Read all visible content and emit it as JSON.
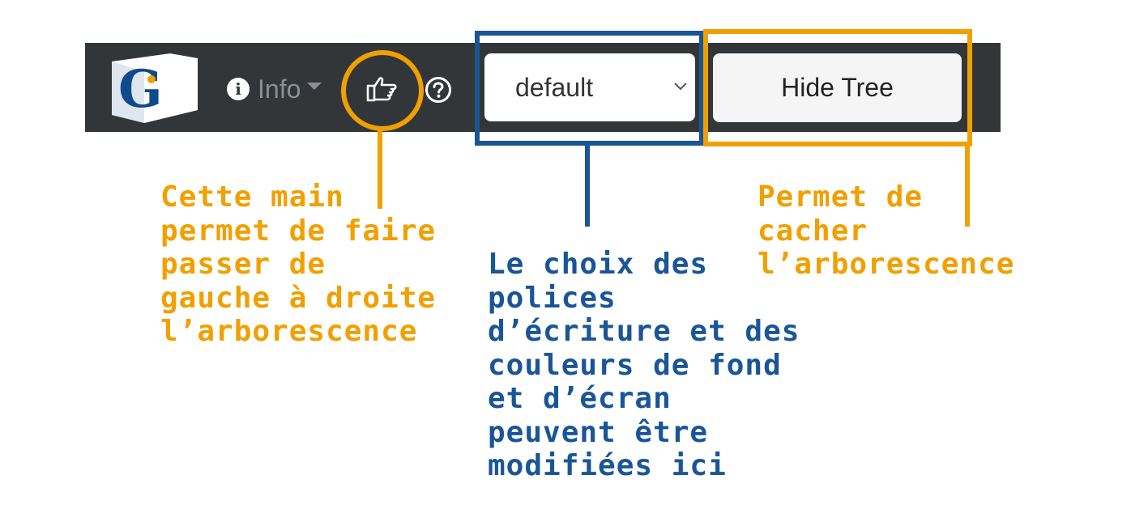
{
  "toolbar": {
    "logo_letter": "G",
    "info_label": "Info",
    "font_select_value": "default",
    "hide_tree_label": "Hide Tree",
    "icons": {
      "info": "info-circle-icon",
      "caret": "caret-down-icon",
      "hand": "hand-pointing-right-icon",
      "help": "question-circle-icon",
      "chevron": "chevron-down-icon"
    }
  },
  "annotations": {
    "hand": [
      "Cette main",
      "permet de faire",
      "passer de",
      "gauche à droite",
      "l’arborescence"
    ],
    "select": [
      "Le choix des",
      "polices",
      "d’écriture et des",
      "couleurs de fond",
      "et d’écran",
      "peuvent être",
      "modifiées ici"
    ],
    "tree": [
      "Permet de",
      "cacher",
      "l’arborescence"
    ]
  },
  "colors": {
    "toolbar_bg": "#323639",
    "annotation_orange": "#f0a000",
    "annotation_blue": "#1a5596",
    "logo_blue": "#0e4a8c",
    "logo_dot": "#f0a000"
  }
}
